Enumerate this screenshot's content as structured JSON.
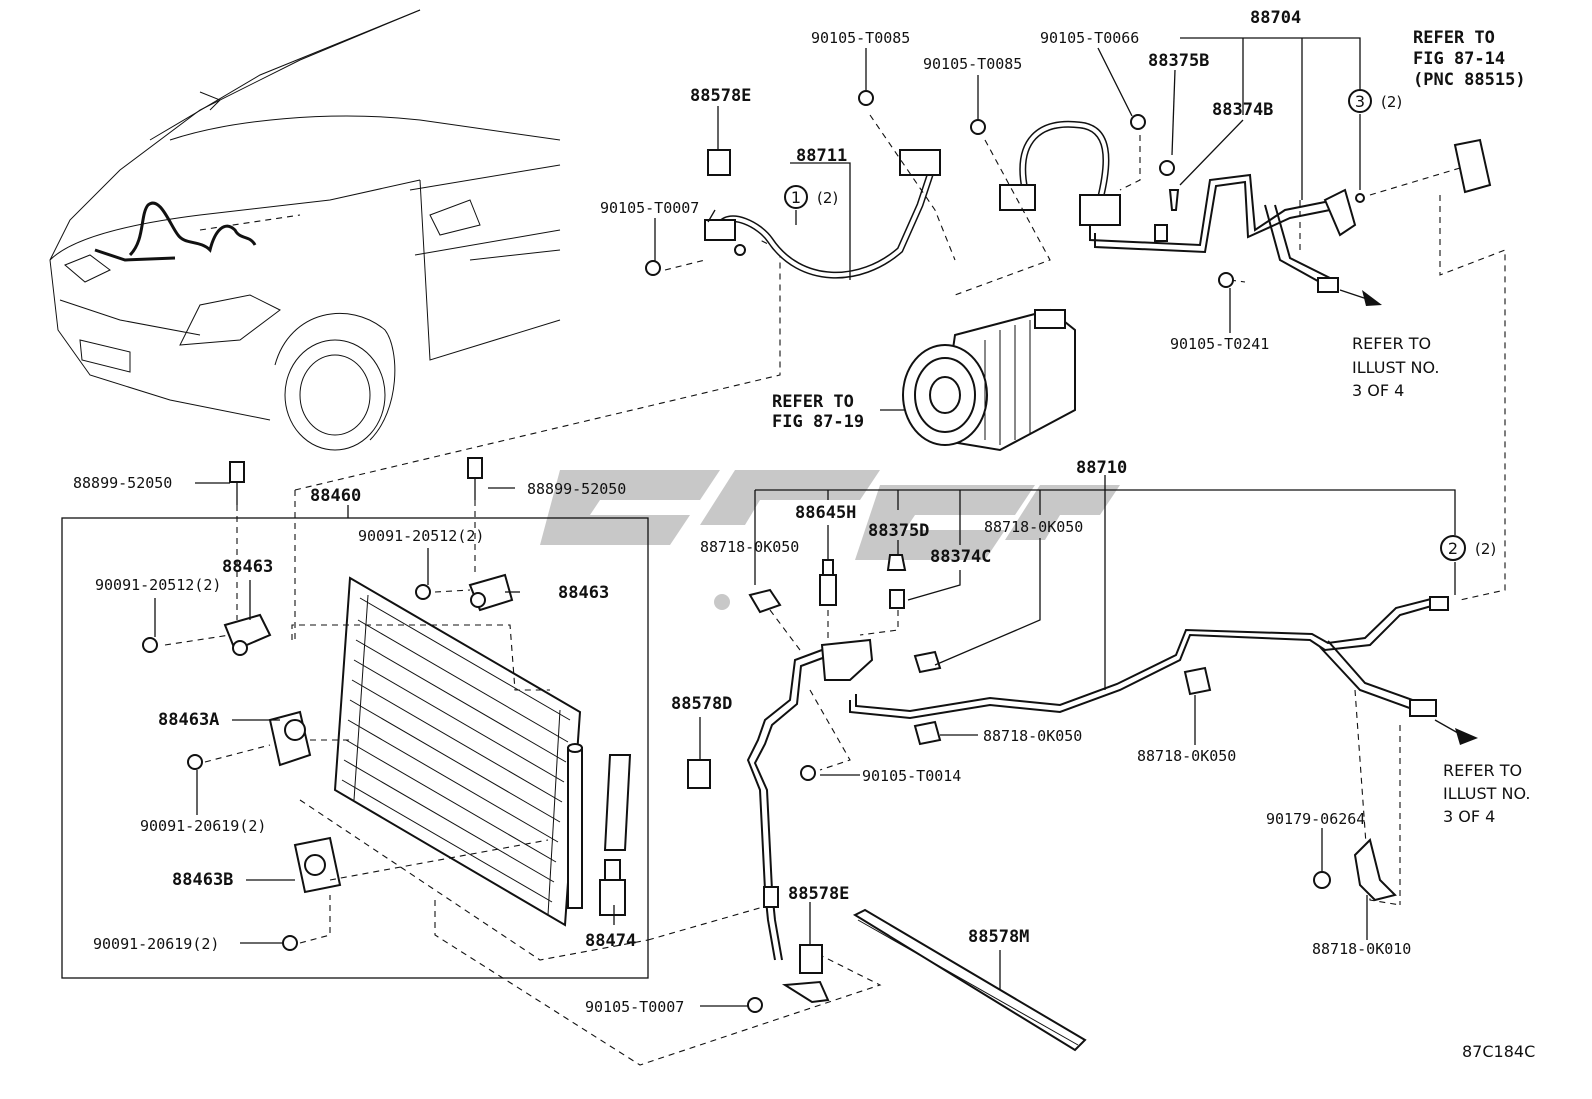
{
  "labels": {
    "p90105_T0085_a": "90105-T0085",
    "p90105_T0085_b": "90105-T0085",
    "p90105_T0066": "90105-T0066",
    "p88704": "88704",
    "refer_fig87_14_l1": "REFER TO",
    "refer_fig87_14_l2": "FIG 87-14",
    "refer_fig87_14_l3": "(PNC 88515)",
    "p88578E_top": "88578E",
    "p88375B": "88375B",
    "p88374B": "88374B",
    "p88711": "88711",
    "circle1_num": "1",
    "circle1_qty": "(2)",
    "circle3_num": "3",
    "circle3_qty": "(2)",
    "p90105_T0007_top": "90105-T0007",
    "p90105_T0241": "90105-T0241",
    "refer_illust_top_l1": "REFER TO",
    "refer_illust_top_l2": "ILLUST NO.",
    "refer_illust_top_l3": "3 OF 4",
    "refer_fig87_19_l1": "REFER TO",
    "refer_fig87_19_l2": "FIG 87-19",
    "p88899_52050_a": "88899-52050",
    "p88899_52050_b": "88899-52050",
    "p88460": "88460",
    "p88710": "88710",
    "p90091_20512_a": "90091-20512(2)",
    "p90091_20512_b": "90091-20512(2)",
    "p88463_a": "88463",
    "p88463_b": "88463",
    "p88645H": "88645H",
    "p88375D": "88375D",
    "p88374C": "88374C",
    "p88718_0K050_a": "88718-0K050",
    "p88718_0K050_b": "88718-0K050",
    "p88718_0K050_c": "88718-0K050",
    "p88718_0K050_d": "88718-0K050",
    "circle2_num": "2",
    "circle2_qty": "(2)",
    "p88463A": "88463A",
    "p88578D": "88578D",
    "p90105_T0014": "90105-T0014",
    "p90091_20619_a": "90091-20619(2)",
    "p90091_20619_b": "90091-20619(2)",
    "p88463B": "88463B",
    "p88578E_bottom": "88578E",
    "p88474": "88474",
    "p90179_06264": "90179-06264",
    "p88718_0K010": "88718-0K010",
    "refer_illust_bot_l1": "REFER TO",
    "refer_illust_bot_l2": "ILLUST NO.",
    "refer_illust_bot_l3": "3 OF 4",
    "p88578M": "88578M",
    "p90105_T0007_bottom": "90105-T0007",
    "figure_code": "87C184C"
  }
}
